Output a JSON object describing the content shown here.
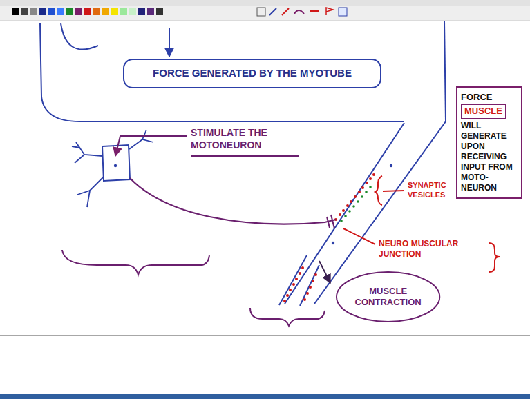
{
  "diagram": {
    "nodes": [
      {
        "text": [
          "FORCE GENERATED BY THE MYOTUBE"
        ]
      },
      {
        "text": [
          "FORCE",
          "MUSCLE",
          "WILL GENERATE UPON RECEIVING INPUT FROM MOTO-NEURON"
        ]
      },
      {
        "text": [
          "MUSCLE CONTRACTION"
        ]
      }
    ],
    "labels": [
      "STIMULATE THE MOTONEURON",
      "SYNAPTIC VESICLES",
      "NEURO MUSCULAR JUNCTION"
    ]
  }
}
